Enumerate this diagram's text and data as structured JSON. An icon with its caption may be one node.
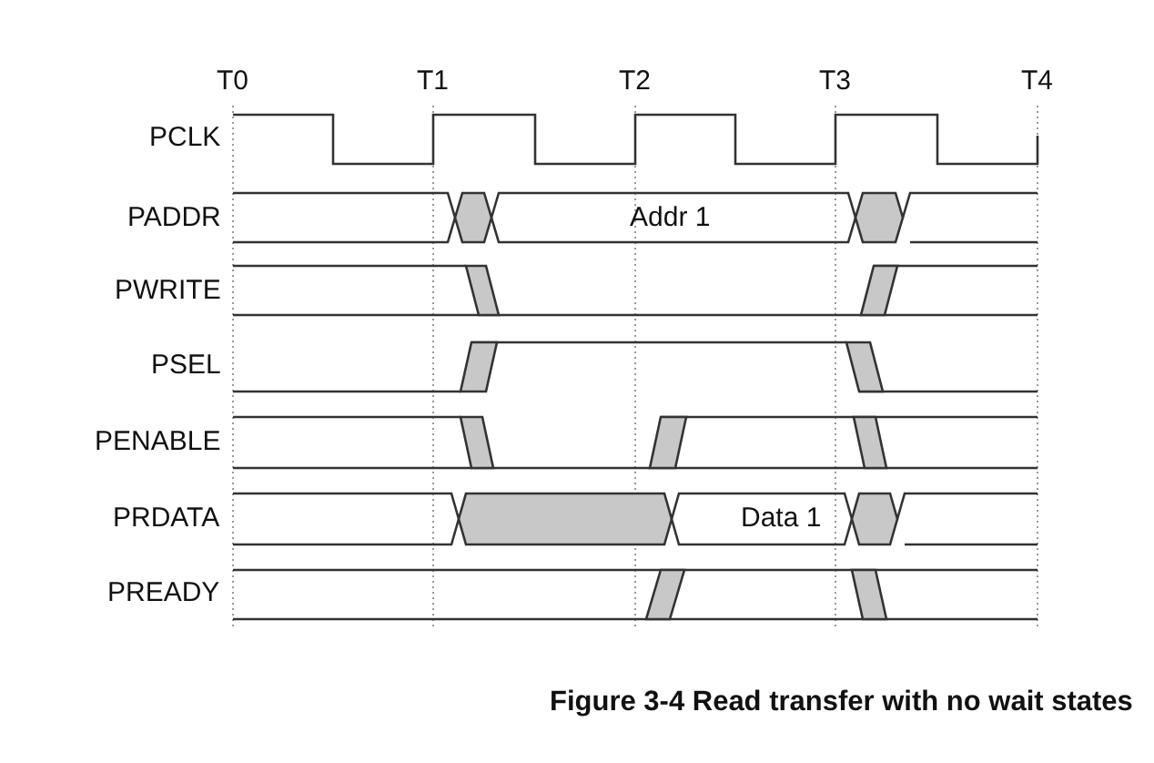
{
  "diagram": {
    "caption": "Figure 3-4 Read transfer with no wait states",
    "labels": [
      "T0",
      "T1",
      "T2",
      "T3",
      "T4",
      "PCLK",
      "PADDR",
      "Addr 1",
      "PWRITE",
      "PSEL",
      "PENABLE",
      "PRDATA",
      "Data 1",
      "PREADY"
    ]
  }
}
